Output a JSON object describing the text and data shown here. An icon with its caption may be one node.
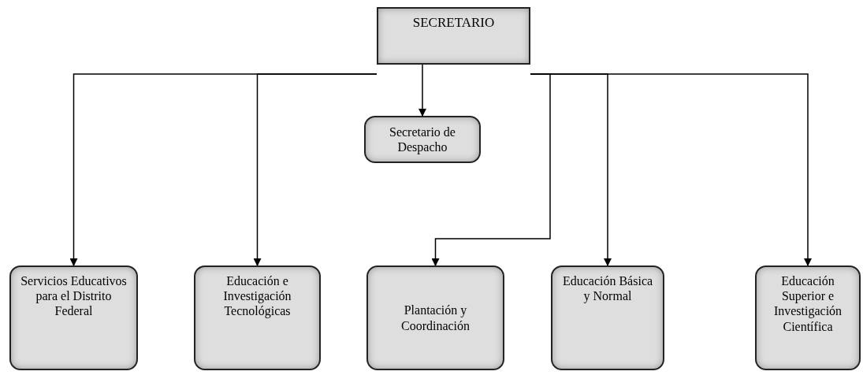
{
  "diagram": {
    "nodes": [
      {
        "text": [
          "SECRETARIO"
        ]
      },
      {
        "text": [
          "Secretario de Despacho"
        ]
      },
      {
        "text": [
          "Servicios Educativos para el Distrito Federal"
        ]
      },
      {
        "text": [
          "Educación e Investigación Tecnológicas"
        ]
      },
      {
        "text": [
          "Plantación y Coordinación"
        ]
      },
      {
        "text": [
          "Educación Básica y Normal"
        ]
      },
      {
        "text": [
          "Educación Superior e Investigación Científica"
        ]
      }
    ],
    "edges": [
      {
        "from": 0,
        "to": 1,
        "arrow": "to"
      },
      {
        "from": 0,
        "to": 2,
        "arrow": "to"
      },
      {
        "from": 0,
        "to": 3,
        "arrow": "to"
      },
      {
        "from": 0,
        "to": 4,
        "arrow": "to"
      },
      {
        "from": 0,
        "to": 5,
        "arrow": "to"
      },
      {
        "from": 0,
        "to": 6,
        "arrow": "to"
      }
    ]
  }
}
